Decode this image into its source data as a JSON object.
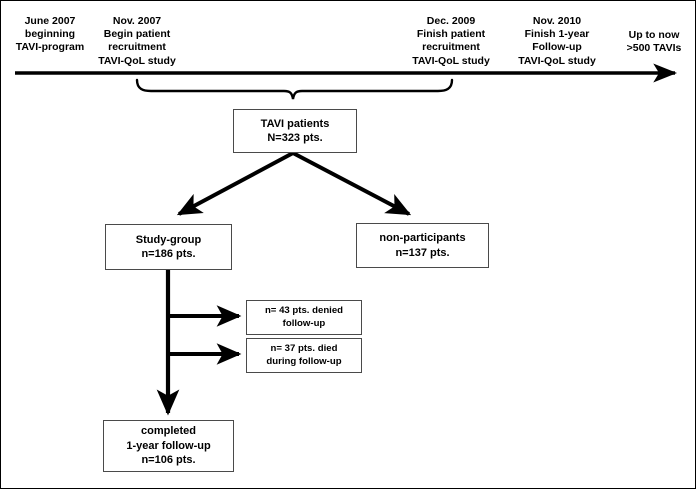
{
  "figure": {
    "type": "flowchart",
    "title": "TAVI-QoL study patient flow diagram",
    "colors": {
      "background": "#ffffff",
      "stroke": "#000000",
      "box_border": "#4a4a4a",
      "text": "#000000"
    }
  },
  "timeline": {
    "arrow_direction": "right",
    "labels": [
      {
        "id": "june-2007",
        "text": "June 2007\nbeginning\nTAVI-program"
      },
      {
        "id": "nov-2007",
        "text": "Nov. 2007\nBegin patient\nrecruitment\nTAVI-QoL study"
      },
      {
        "id": "dec-2009",
        "text": "Dec. 2009\nFinish patient\nrecruitment\nTAVI-QoL study"
      },
      {
        "id": "nov-2010",
        "text": "Nov. 2010\nFinish 1-year\nFollow-up\nTAVI-QoL study"
      },
      {
        "id": "up-to-now",
        "text": "Up to now\n>500 TAVIs"
      }
    ]
  },
  "nodes": {
    "tavi_patients": {
      "label": "TAVI patients\nN=323 pts.",
      "n": 323
    },
    "study_group": {
      "label": "Study-group\nn=186 pts.",
      "n": 186
    },
    "non_participants": {
      "label": "non-participants\nn=137 pts.",
      "n": 137
    },
    "denied": {
      "label": "n= 43 pts. denied\nfollow-up",
      "n": 43
    },
    "died": {
      "label": "n= 37 pts. died\nduring follow-up",
      "n": 37
    },
    "completed": {
      "label": "completed\n1-year follow-up\nn=106 pts.",
      "n": 106
    }
  }
}
